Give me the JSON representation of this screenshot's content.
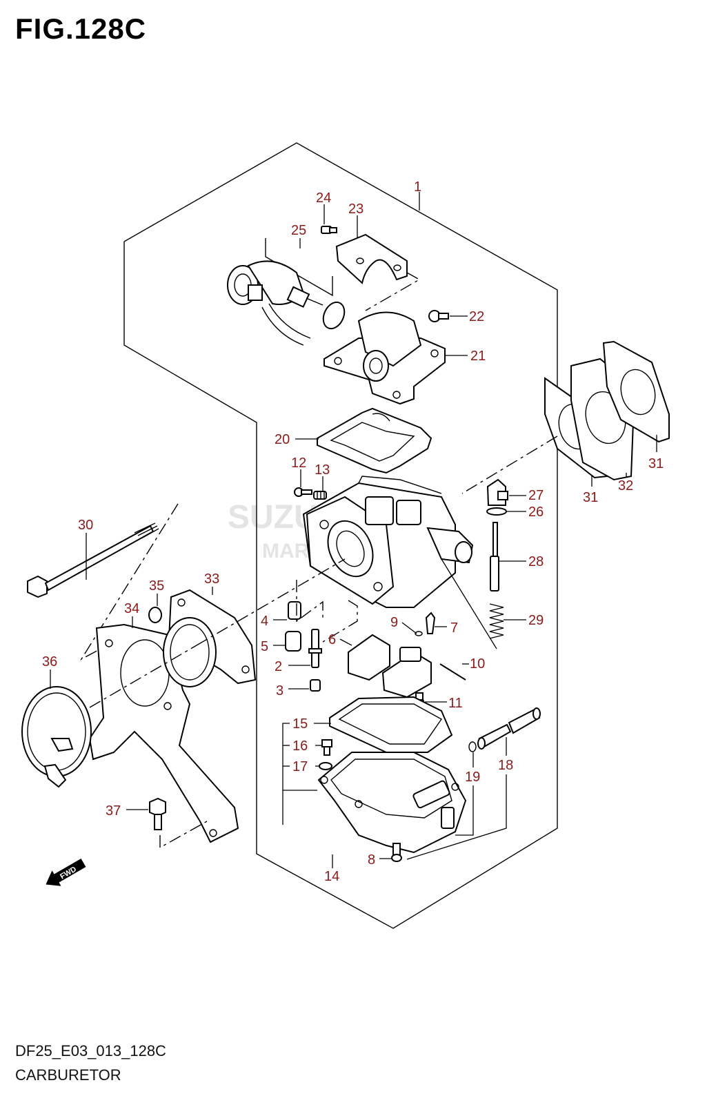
{
  "figure": {
    "title": "FIG.128C",
    "code": "DF25_E03_013_128C",
    "subtitle": "CARBURETOR",
    "fwd_label": "FWD",
    "callout_color": "#8b1a1a"
  },
  "watermark": {
    "line1": "SUZUKI",
    "line2": "MARINE PARTS"
  },
  "callouts": [
    "1",
    "2",
    "3",
    "4",
    "5",
    "6",
    "7",
    "8",
    "9",
    "10",
    "11",
    "12",
    "13",
    "14",
    "15",
    "16",
    "17",
    "18",
    "19",
    "20",
    "21",
    "22",
    "23",
    "24",
    "25",
    "26",
    "27",
    "28",
    "29",
    "30",
    "31",
    "31",
    "32",
    "33",
    "34",
    "35",
    "36",
    "37"
  ]
}
